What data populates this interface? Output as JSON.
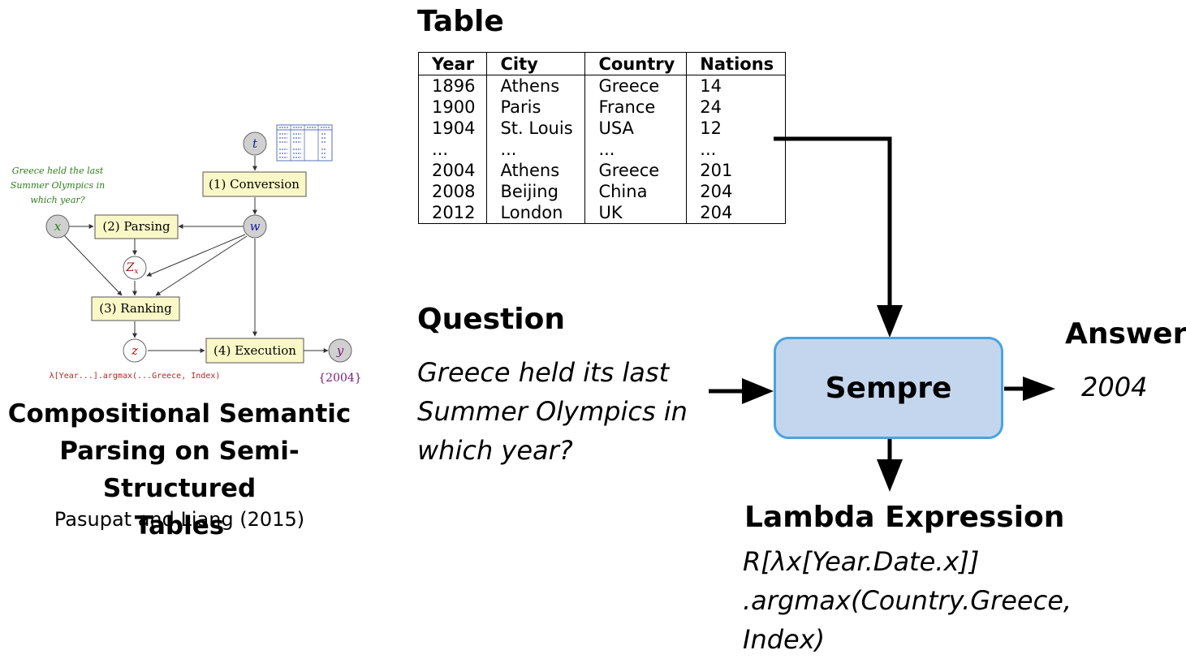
{
  "paper": {
    "title_lines": [
      "Compositional Semantic",
      "Parsing on Semi-Structured",
      "Tables"
    ],
    "authors": "Pasupat and Liang (2015)"
  },
  "graph": {
    "question_lines": [
      "Greece held the last",
      "Summer Olympics in",
      "which year?"
    ],
    "nodes": {
      "t": "t",
      "w": "w",
      "x": "x",
      "zx": "Z",
      "zx_sub": "x",
      "z": "z",
      "y": "y"
    },
    "steps": [
      "(1) Conversion",
      "(2) Parsing",
      "(3) Ranking",
      "(4) Execution"
    ],
    "logical_form": "λ[Year...].argmax(...Greece, Index)",
    "denotation": "{2004}"
  },
  "table_section": {
    "heading": "Table",
    "columns": [
      "Year",
      "City",
      "Country",
      "Nations"
    ],
    "rows": [
      [
        "1896",
        "Athens",
        "Greece",
        "14"
      ],
      [
        "1900",
        "Paris",
        "France",
        "24"
      ],
      [
        "1904",
        "St. Louis",
        "USA",
        "12"
      ],
      [
        "...",
        "...",
        "...",
        "..."
      ],
      [
        "2004",
        "Athens",
        "Greece",
        "201"
      ],
      [
        "2008",
        "Beijing",
        "China",
        "204"
      ],
      [
        "2012",
        "London",
        "UK",
        "204"
      ]
    ]
  },
  "question_section": {
    "heading": "Question",
    "lines": [
      "Greece held its last",
      "Summer Olympics in",
      "which year?"
    ]
  },
  "system": {
    "label": "Sempre"
  },
  "answer_section": {
    "heading": "Answer",
    "value": "2004"
  },
  "lambda_section": {
    "heading": "Lambda Expression",
    "lines": [
      "R[λx[Year.Date.x]]",
      ".argmax(Country.Greece,",
      "Index)"
    ]
  }
}
